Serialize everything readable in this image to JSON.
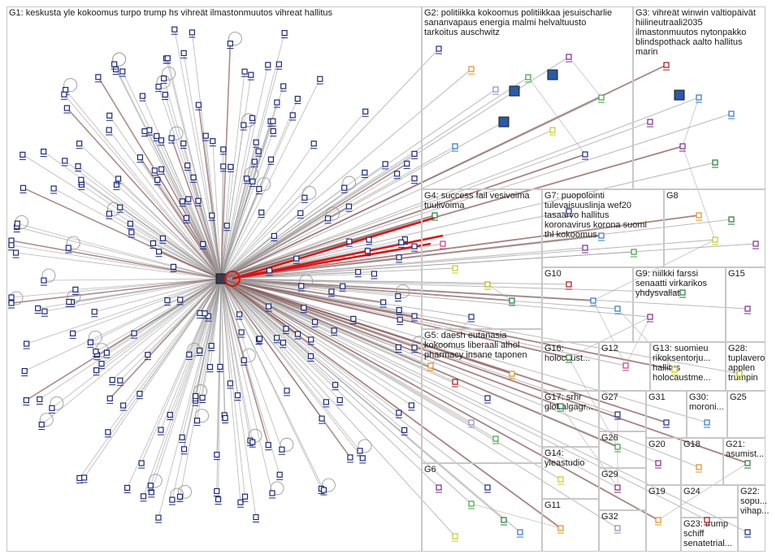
{
  "groups": [
    {
      "id": "g1",
      "label": "G1: keskusta yle kokoomus turpo trump hs vihreät ilmastonmuutos vihreat hallitus",
      "color": "#1c2a7a"
    },
    {
      "id": "g2",
      "label": "G2: politiikka kokoomus politiikkaa jesuischarlie\nsananvapaus energia malmi helvaltuusto\ntarkoitus auschwitz",
      "color": "#2a78c8"
    },
    {
      "id": "g3",
      "label": "G3: vihreät winwin valtiopäivät\nhiilineutraali2035\nilmastonmuutos nytonpakko\nblindspothack aalto hallitus\nmarin",
      "color": "#1f7a3a"
    },
    {
      "id": "g4",
      "label": "G4: success fail vesivoima\ntuulivoima",
      "color": "#3aa33a"
    },
    {
      "id": "g7",
      "label": "G7: puopolointi\ntulevaisuuslinja wef20\ntasaarvo hallitus\nkoronavirus korona suomi\nthl kokoomus",
      "color": "#c8c820"
    },
    {
      "id": "g8",
      "label": "G8",
      "color": "#b8b800"
    },
    {
      "id": "g5",
      "label": "G5: daesh eutanasia\nkokoomus liberaali alhol\npharmacy insane taponen",
      "color": "#a01818"
    },
    {
      "id": "g6",
      "label": "G6",
      "color": "#d8901a"
    },
    {
      "id": "g10",
      "label": "G10",
      "color": "#3aa33a"
    },
    {
      "id": "g9",
      "label": "G9: niilkki farssi\nsenaatti virkarikos\nyhdysvallat",
      "color": "#7a2a8a"
    },
    {
      "id": "g15",
      "label": "G15",
      "color": "#1f7a3a"
    },
    {
      "id": "g16",
      "label": "G16:\nholocaust...",
      "color": "#7a2a8a"
    },
    {
      "id": "g12",
      "label": "G12",
      "color": "#1f7a3a"
    },
    {
      "id": "g13",
      "label": "G13: suomieu\nrikoksentorju...\nhallitus\nholocaustme...",
      "color": "#2a78c8"
    },
    {
      "id": "g28",
      "label": "G28:\ntuplavero\napplen\ntrumpin",
      "color": "#8a8ac8"
    },
    {
      "id": "g17",
      "label": "G17: srhr\nglobalgagr...",
      "color": "#7a2a8a"
    },
    {
      "id": "g27",
      "label": "G27",
      "color": "#1f7a3a"
    },
    {
      "id": "g31",
      "label": "G31",
      "color": "#c8c820"
    },
    {
      "id": "g30",
      "label": "G30:\nmoroni...",
      "color": "#d8901a"
    },
    {
      "id": "g25",
      "label": "G25",
      "color": "#1c2a7a"
    },
    {
      "id": "g26",
      "label": "G26",
      "color": "#2a78c8"
    },
    {
      "id": "g20",
      "label": "G20",
      "color": "#3aa33a"
    },
    {
      "id": "g18",
      "label": "G18",
      "color": "#d8901a"
    },
    {
      "id": "g21",
      "label": "G21:\nasumist...",
      "color": "#c83a8a"
    },
    {
      "id": "g14",
      "label": "G14:\nyleastudio",
      "color": "#2a78c8"
    },
    {
      "id": "g29",
      "label": "G29",
      "color": "#a01818"
    },
    {
      "id": "g24",
      "label": "G24",
      "color": "#1c2a7a"
    },
    {
      "id": "g22",
      "label": "G22:\nsopu...\nvihap...",
      "color": "#7a2a8a"
    },
    {
      "id": "g11",
      "label": "G11",
      "color": "#7a2a8a"
    },
    {
      "id": "g32",
      "label": "G32",
      "color": "#1f7a3a"
    },
    {
      "id": "g19",
      "label": "G19",
      "color": "#c8c820"
    },
    {
      "id": "g23",
      "label": "G23: trump\nschiff\nsenatetrial...",
      "color": "#1c2a7a"
    }
  ],
  "colors": {
    "edge": "#9a9a9a",
    "edge_dark": "#8a5a5a",
    "highlight": "#e01010",
    "node_default": "#1c2a7a"
  }
}
